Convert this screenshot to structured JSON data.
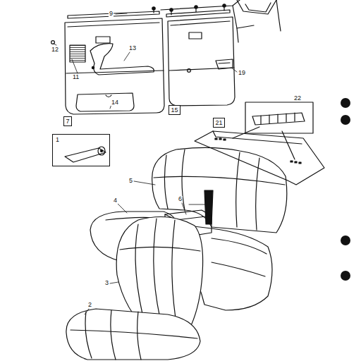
{
  "diagram": {
    "nodes": [
      {
        "text": [
          "7"
        ]
      },
      {
        "text": [
          "15"
        ]
      },
      {
        "text": [
          "1"
        ]
      },
      {
        "text": [
          "21"
        ]
      }
    ],
    "labels": [
      "9",
      "13",
      "12",
      "11",
      "14",
      "19",
      "22",
      "5",
      "6",
      "4",
      "3",
      "2"
    ]
  }
}
